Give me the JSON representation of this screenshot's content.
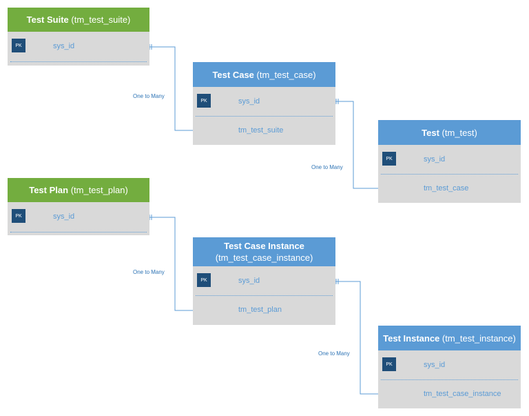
{
  "entities": {
    "test_suite": {
      "title": "Test Suite",
      "table": "(tm_test_suite)",
      "pk_badge": "PK",
      "pk_field": "sys_id"
    },
    "test_case": {
      "title": "Test Case",
      "table": "(tm_test_case)",
      "pk_badge": "PK",
      "pk_field": "sys_id",
      "fk_field": "tm_test_suite"
    },
    "test": {
      "title": "Test",
      "table": "(tm_test)",
      "pk_badge": "PK",
      "pk_field": "sys_id",
      "fk_field": "tm_test_case"
    },
    "test_plan": {
      "title": "Test Plan",
      "table": "(tm_test_plan)",
      "pk_badge": "PK",
      "pk_field": "sys_id"
    },
    "test_case_instance": {
      "title": "Test Case Instance",
      "table": "(tm_test_case_instance)",
      "pk_badge": "PK",
      "pk_field": "sys_id",
      "fk_field": "tm_test_plan"
    },
    "test_instance": {
      "title": "Test Instance",
      "table": "(tm_test_instance)",
      "pk_badge": "PK",
      "pk_field": "sys_id",
      "fk_field": "tm_test_case_instance"
    }
  },
  "relationships": [
    {
      "from": "test_suite",
      "to": "test_case",
      "label": "One to Many"
    },
    {
      "from": "test_case",
      "to": "test",
      "label": "One to Many"
    },
    {
      "from": "test_plan",
      "to": "test_case_instance",
      "label": "One to Many"
    },
    {
      "from": "test_case_instance",
      "to": "test_instance",
      "label": "One to Many"
    }
  ],
  "colors": {
    "root_header": "#73ad3f",
    "child_header": "#5b9bd5",
    "body": "#d9d9d9",
    "pk_badge": "#1f4e79",
    "connector": "#5b9bd5"
  }
}
